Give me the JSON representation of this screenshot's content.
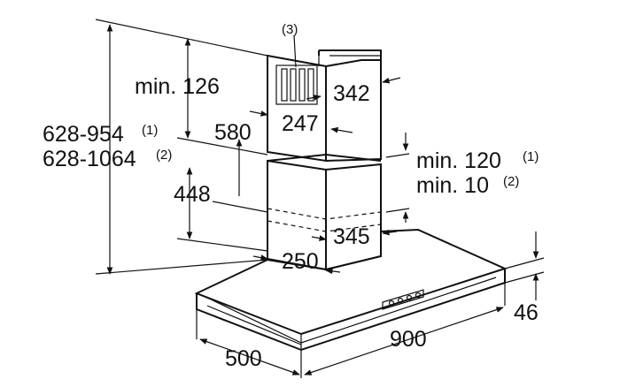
{
  "labels": {
    "filter_ref": "(3)",
    "min_126": "min. 126",
    "d580": "580",
    "d342": "342",
    "d247": "247",
    "range1": "628-954",
    "range1_ref": "(1)",
    "range2": "628-1064",
    "range2_ref": "(2)",
    "d448": "448",
    "min_120": "min. 120",
    "min_120_ref": "(1)",
    "min_10": "min. 10",
    "min_10_ref": "(2)",
    "d345": "345",
    "d250": "250",
    "d46": "46",
    "d500": "500",
    "d900": "900"
  }
}
